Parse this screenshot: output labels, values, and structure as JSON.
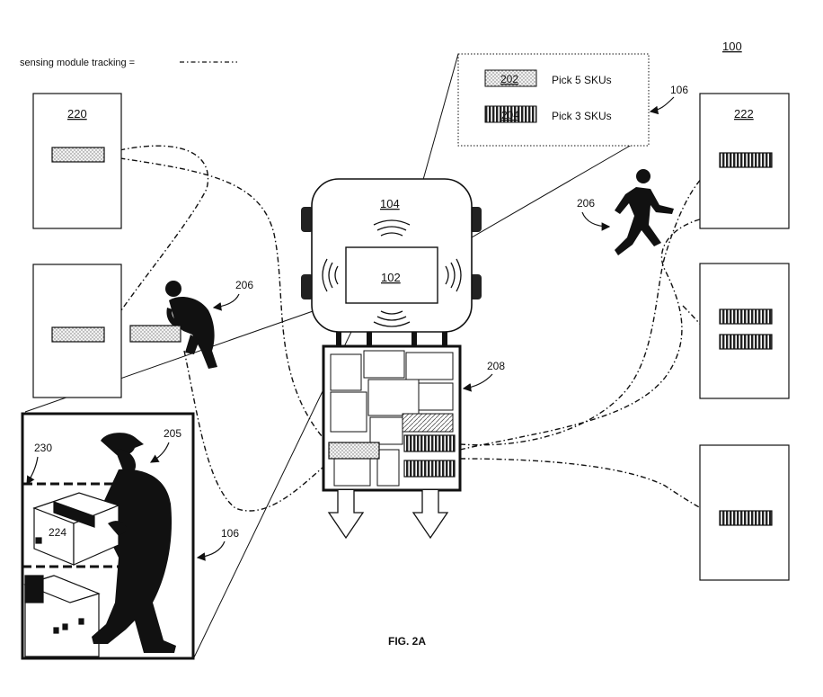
{
  "figure": {
    "caption": "FIG. 2A",
    "ref_system": "100"
  },
  "legend": {
    "text": "sensing module tracking ="
  },
  "robot": {
    "ref": "104",
    "display_ref": "102"
  },
  "callout": {
    "ref": "106",
    "items": [
      {
        "code": "202",
        "text": "Pick 5 SKUs"
      },
      {
        "code": "204",
        "text": "Pick 3 SKUs"
      }
    ]
  },
  "shelves": {
    "left_ref": "220",
    "right_ref": "222"
  },
  "workers": {
    "ref_left": "206",
    "ref_right": "206",
    "ref_inset": "205"
  },
  "cart": {
    "ref": "208"
  },
  "inset": {
    "box_ref": "230",
    "item_ref": "224",
    "pointer_ref": "106"
  }
}
